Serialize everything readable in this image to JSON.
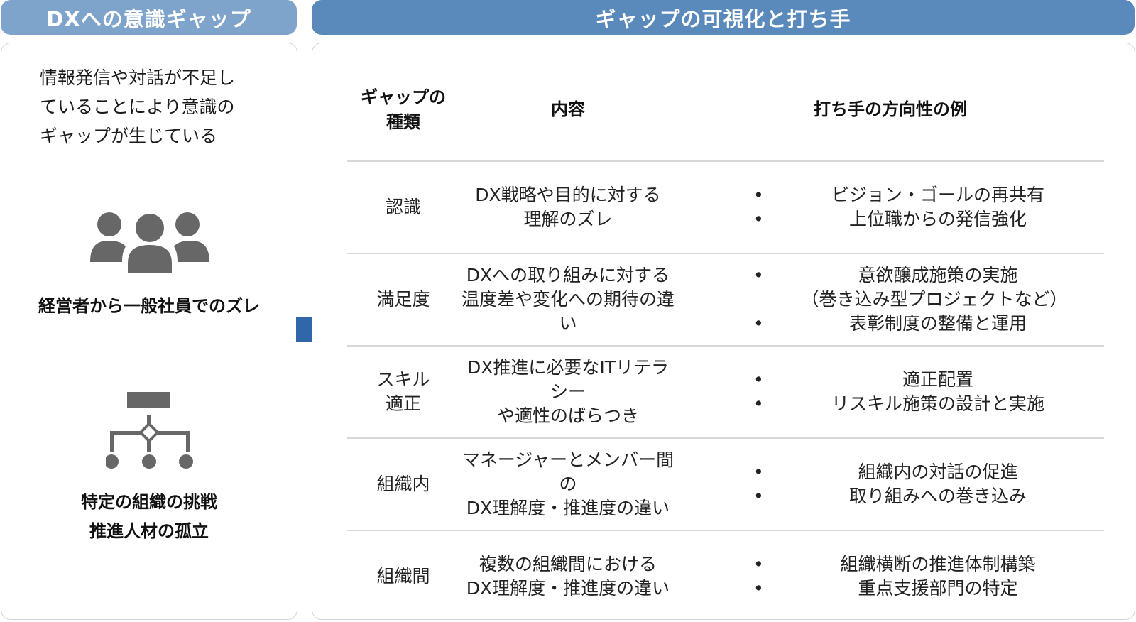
{
  "left": {
    "header": "DXへの意識ギャップ",
    "intro_lines": [
      "情報発信や対話が不足し",
      "ていることにより意識の",
      "ギャップが生じている"
    ],
    "people_label": "経営者から一般社員でのズレ",
    "org_label_lines": [
      "特定の組織の挑戦",
      "推進人材の孤立"
    ],
    "icons": [
      "people-group-icon",
      "org-chart-icon"
    ]
  },
  "arrow": {
    "icon": "right-arrow-icon",
    "color": "#2f67a8"
  },
  "right": {
    "header": "ギャップの可視化と打ち手",
    "columns": [
      {
        "lines": [
          "ギャップの",
          "種類"
        ]
      },
      {
        "lines": [
          "内容"
        ]
      },
      {
        "lines": [
          "打ち手の方向性の例"
        ]
      }
    ],
    "rows": [
      {
        "type": [
          "認識"
        ],
        "content": [
          "DX戦略や目的に対する",
          "理解のズレ"
        ],
        "measures": [
          [
            "ビジョン・ゴールの再共有"
          ],
          [
            "上位職からの発信強化"
          ]
        ]
      },
      {
        "type": [
          "満足度"
        ],
        "content": [
          "DXへの取り組みに対する",
          "温度差や変化への期待の違い"
        ],
        "measures": [
          [
            "意欲醸成施策の実施",
            "（巻き込み型プロジェクトなど）"
          ],
          [
            "表彰制度の整備と運用"
          ]
        ]
      },
      {
        "type": [
          "スキル",
          "適正"
        ],
        "content": [
          "DX推進に必要なITリテラシー",
          "や適性のばらつき"
        ],
        "measures": [
          [
            "適正配置"
          ],
          [
            "リスキル施策の設計と実施"
          ]
        ]
      },
      {
        "type": [
          "組織内"
        ],
        "content": [
          "マネージャーとメンバー間の",
          "DX理解度・推進度の違い"
        ],
        "measures": [
          [
            "組織内の対話の促進"
          ],
          [
            "取り組みへの巻き込み"
          ]
        ]
      },
      {
        "type": [
          "組織間"
        ],
        "content": [
          "複数の組織間における",
          "DX理解度・推進度の違い"
        ],
        "measures": [
          [
            "組織横断の推進体制構築"
          ],
          [
            "重点支援部門の特定"
          ]
        ]
      }
    ]
  },
  "colors": {
    "left_header": "#7fa4cc",
    "right_header": "#5a8abb",
    "icon_gray": "#676767",
    "arrow": "#2f67a8",
    "divider": "#d8d8d8",
    "panel_border": "#d2d2d2"
  }
}
